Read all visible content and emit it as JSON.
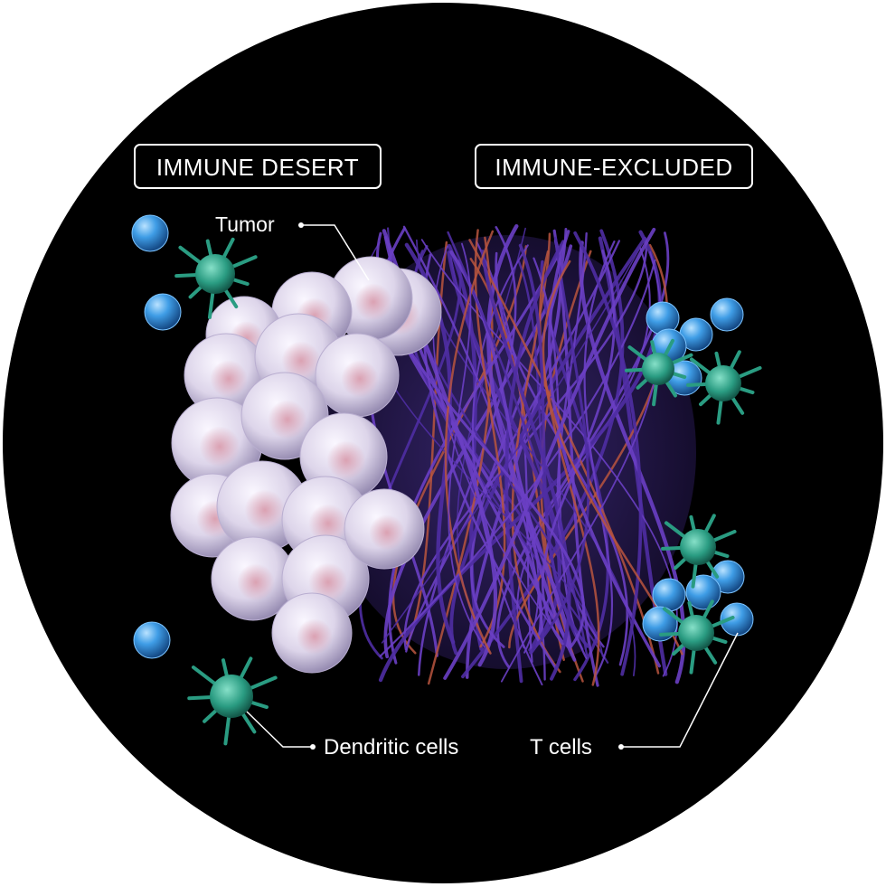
{
  "labels": {
    "immune_desert": "IMMUNE DESERT",
    "immune_excluded": "IMMUNE-EXCLUDED",
    "tumor": "Tumor",
    "dendritic_cells": "Dendritic cells",
    "t_cells": "T cells"
  },
  "colors": {
    "background": "#000000",
    "outer": "#ffffff",
    "label_border": "#ffffff",
    "label_text": "#ffffff",
    "tumor_cell": "#ddd6ea",
    "tumor_nucleus": "#d9a2b4",
    "fiber_purple": "#5a34b0",
    "fiber_red": "#b8553e",
    "t_cell": "#3fa3e8",
    "dendritic_cell": "#2fa58a"
  },
  "icons": [
    "t-cell-icon",
    "dendritic-cell-icon",
    "tumor-cell-icon",
    "fiber-icon"
  ]
}
